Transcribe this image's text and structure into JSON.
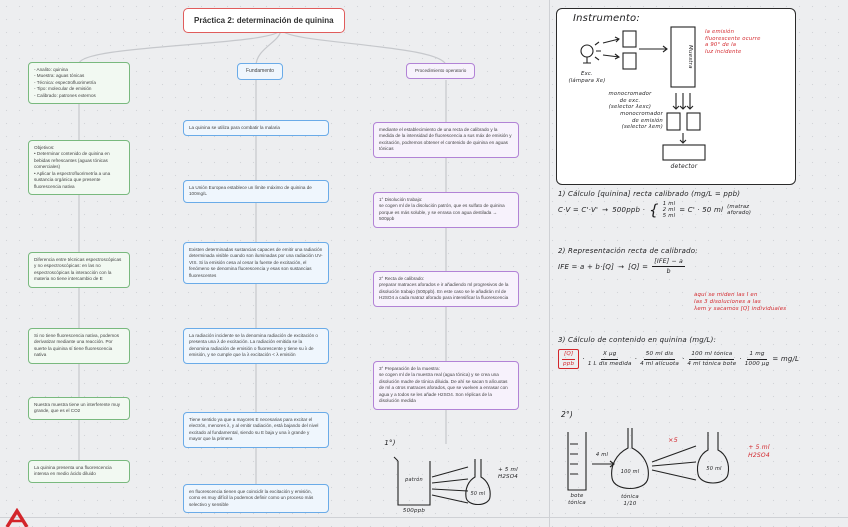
{
  "title": "Práctica 2: determinación de quinina",
  "accent_colors": {
    "green": "#79b97e",
    "blue": "#6aabe8",
    "purple": "#b283d6",
    "red": "#d3262b"
  },
  "green": {
    "items": [
      "- Analito: quinina\n- Muestra: aguas tónicas\n- Técnica: espectrofluorimetría\n- Tipo: molecular de emisión\n- Calibrado: patrones externos",
      "Objetivos:\n• Determinar contenido de quinina en bebidas refrescantes (aguas tónicas comerciales)\n• Aplicar la espectrofluorimetría a una sustancia orgánica que presente fluorescencia nativa",
      "Diferencia entre técnicas espectroscópicas y no espectroscópicas: en las no espectroscópicas la interacción con la materia no tiene intercambio de E",
      "Si no tiene fluorescencia nativa, podemos derivatizar mediante una reacción. Por suerte la quinina sí tiene fluorescencia nativa",
      "Nuestra muestra tiene un interferente muy grande, que es el CO2",
      "La quinina presenta una fluorescencia intensa en medio ácido diluido"
    ]
  },
  "blue": {
    "header": "Fundamento",
    "items": [
      "La quinina se utiliza para combatir la malaria",
      "La Unión Europea establece un límite máximo de quinina de 100mg/L",
      "Existen determinadas sustancias capaces de emitir una radiación determinada visible cuando son iluminadas por una radiación UV-VIS. Si la emisión cesa al cesar la fuente de excitación, el fenómeno se denomina fluorescencia y esas son sustancias fluorescentes",
      "La radiación incidente se la denomina radiación de excitación o presenta una λ de excitación. La radiación emitida se la denomina radiación de emisión o fluorescente y tiene su λ de emisión, y se cumple que la λ excitación < λ emisión",
      "Tiene sentido ya que a mayores E necesarias para excitar el electrón, menores λ, y al emitir radiación, está bajando del nivel excitado al fundamental, siendo su E baja y una λ grande y mayor que la primera",
      "en fluorescencia tienen que coincidir la excitación y emisión, como es muy difícil la podemos definir como un proceso más selectivo y sensible"
    ]
  },
  "purple": {
    "header": "Procedimiento operatorio",
    "items": [
      "mediante el establecimiento de una recta de calibrado y la medida de la intensidad de fluorescencia a sus máx de emisión y excitación, podremos obtener el contenido de quinina en aguas tónicas",
      "1° Disolución trabajo:\nse cogen ml de la disolución patrón, que es sulfato de quinina porque es más soluble, y se enrasa con agua destilada → 500ppb",
      "2° Recta de calibrado:\npreparar matraces aforados e ir añadiendo ml progresivos de la disolución trabajo (500ppb). En este caso se le añadirán ml de H2SO4 a cada matraz aforado para intensificar la fluorescencia",
      "3° Preparación de la muestra:\nse cogen ml de la muestra real (agua tónica) y se crea una disolución madre de tónica diluida. De ahí se sacan 5 alícuotas de ml a otros matraces aforados, que se vuelven a enrasar con agua y a todos se les añade H2SO4. Son réplicas de la disolución medida"
    ]
  },
  "sketch1": {
    "step": "1°)",
    "beaker_label": "patrón",
    "beaker_sub": "500ppb",
    "flask_label": "50 ml",
    "acid": "+ 5 ml\nH2SO4"
  },
  "instrument": {
    "title": "Instrumento:",
    "lamp_label": "Exc.\n(lámpara Xe)",
    "mono_exc_label": "monocromador\nde exc.\n(selector λexc)",
    "sample_label": "Muestra",
    "emission_note": "la emisión\nfluorescente ocurre\na 90° de la\nluz incidente",
    "mono_em_label": "monocromador\nde emisión\n(selector λem)",
    "detector_label": "detector"
  },
  "calc1": {
    "heading": "1) Cálculo [quinina] recta calibrado (mg/L = ppb)",
    "lhs": "C·V = C'·V'",
    "arrow": "→",
    "mid": "500ppb ·",
    "brace": "{",
    "volumes": "1 ml\n2 ml\n5 ml",
    "rhs": "= C' · 50 ml",
    "rhs_note": "(matraz\naforado)"
  },
  "calc2": {
    "heading": "2) Representación recta de calibrado:",
    "lhs": "IFE = a + b·[Q]",
    "arrow": "→",
    "rhs_pre": "[Q] =",
    "frac_num": "[IFE] − a",
    "frac_den": "b",
    "red_note": "aquí se miden las I en\nlas 3 disoluciones a las\nλem y sacamos [Q] individuales"
  },
  "calc3": {
    "heading": "3) Cálculo de contenido en quinina (mg/L):",
    "lead_num": "[Q]",
    "lead_den": "ppb",
    "times": "·",
    "fractions": [
      {
        "num": "X µg",
        "den": "1 L dis medida"
      },
      {
        "num": "50 ml dis",
        "den": "4 ml alícuota"
      },
      {
        "num": "100 ml tónica",
        "den": "4 ml tónica bote"
      },
      {
        "num": "1 mg",
        "den": "1000 µg"
      }
    ],
    "result": "= mg/L"
  },
  "sketch2": {
    "step": "2°)",
    "cylinder_label": "bote\ntónica",
    "arrow_label": "4 ml",
    "flask1_label": "100 ml",
    "flask1_sub": "tónica\n1/10",
    "times5": "×5",
    "flask2_label": "50 ml",
    "acid": "+ 5 ml\nH2SO4"
  }
}
